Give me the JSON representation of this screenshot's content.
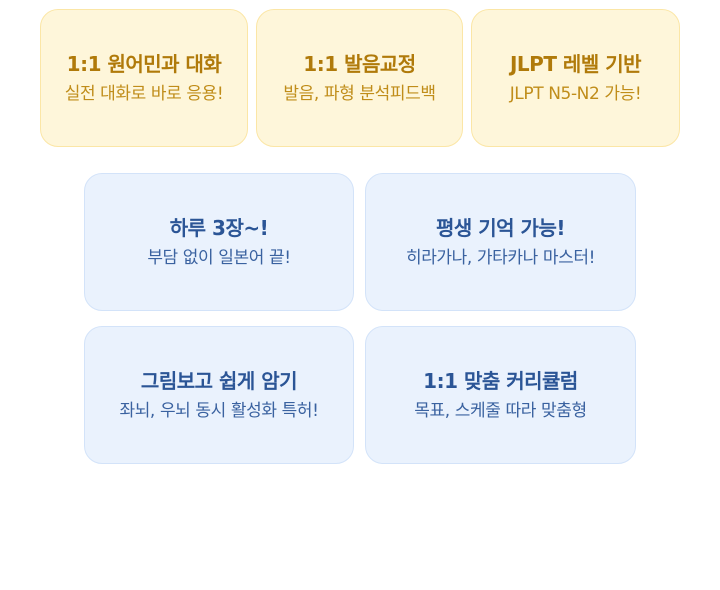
{
  "colors": {
    "yellow_card_bg": "#fef6da",
    "yellow_card_border": "#fbe6a6",
    "yellow_title": "#b07a0a",
    "yellow_subtitle": "#c08d1a",
    "blue_card_bg": "#eaf2fd",
    "blue_card_border": "#d3e3f9",
    "blue_title": "#2b5596",
    "blue_subtitle": "#3a62a0"
  },
  "top_row": [
    {
      "title": "1:1 원어민과 대화",
      "subtitle": "실전 대화로 바로 응용!"
    },
    {
      "title": "1:1 발음교정",
      "subtitle": "발음, 파형 분석피드백"
    },
    {
      "title": "JLPT 레벨 기반",
      "subtitle": "JLPT N5-N2 가능!"
    }
  ],
  "grid": [
    {
      "title": "하루 3장~!",
      "subtitle": "부담 없이 일본어 끝!"
    },
    {
      "title": "평생 기억 가능!",
      "subtitle": "히라가나, 가타카나 마스터!"
    },
    {
      "title": "그림보고 쉽게 암기",
      "subtitle": "좌뇌, 우뇌 동시 활성화 특허!"
    },
    {
      "title": "1:1 맞춤 커리큘럼",
      "subtitle": "목표, 스케줄 따라 맞춤형"
    }
  ]
}
